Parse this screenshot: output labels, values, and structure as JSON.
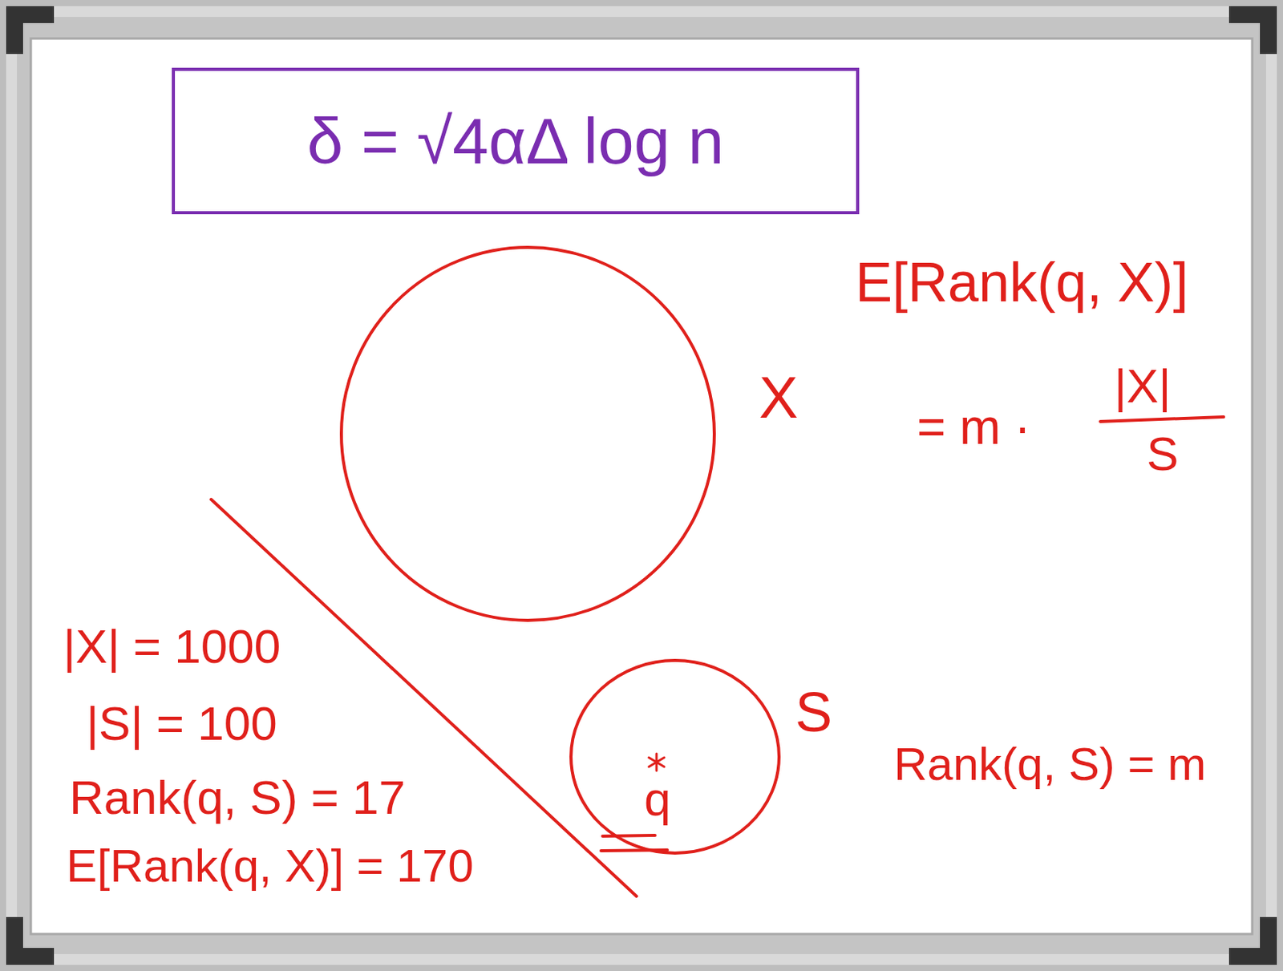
{
  "diagram": {
    "nodes": [
      {
        "text": [
          "δ = √4αΔ log n"
        ]
      },
      {
        "text": [
          "X"
        ]
      },
      {
        "text": [
          "S",
          "q"
        ]
      }
    ],
    "labels": [
      "E[Rank(q, X)]",
      "= m ·",
      "|X|",
      "S",
      "Rank(q, S) = m",
      "|X| = 1000",
      "|S| = 100",
      "Rank(q, S) = 17",
      "E[Rank(q, X)] = 170"
    ]
  }
}
